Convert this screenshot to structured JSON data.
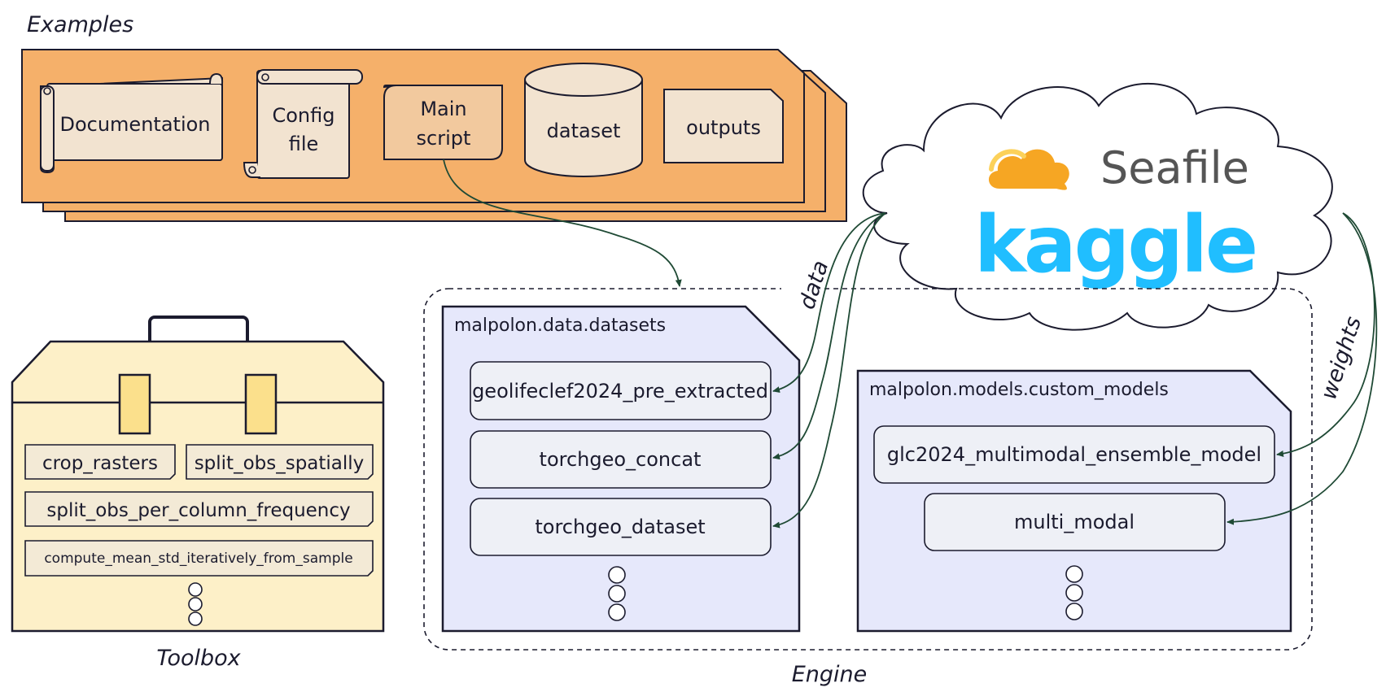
{
  "labels": {
    "examples": "Examples",
    "toolbox": "Toolbox",
    "engine": "Engine",
    "data_edge": "data",
    "weights_edge": "weights"
  },
  "examples": {
    "documentation": "Documentation",
    "config_line1": "Config",
    "config_line2": "file",
    "main_line1": "Main",
    "main_line2": "script",
    "dataset": "dataset",
    "outputs": "outputs"
  },
  "cloud": {
    "seafile": "Seafile",
    "kaggle": "kaggle"
  },
  "toolbox_items": [
    "crop_rasters",
    "split_obs_spatially",
    "split_obs_per_column_frequency",
    "compute_mean_std_iteratively_from_sample"
  ],
  "datasets_module": {
    "title": "malpolon.data.datasets",
    "items": [
      "geolifeclef2024_pre_extracted",
      "torchgeo_concat",
      "torchgeo_dataset"
    ]
  },
  "models_module": {
    "title": "malpolon.models.custom_models",
    "items": [
      "glc2024_multimodal_ensemble_model",
      "multi_modal"
    ]
  },
  "colors": {
    "examples_fill": "#f5b06a",
    "card_fill": "#f2e3d0",
    "main_script_fill": "#f2c99e",
    "toolbox_fill": "#fdf0c8",
    "toolbox_latch": "#fbe08c",
    "module_fill": "#e6e8fb",
    "item_fill": "#eef0f6",
    "stroke": "#1b1b2e",
    "seafile_orange": "#f6a623",
    "seafile_gray": "#555555",
    "kaggle_blue": "#20beff",
    "arrow": "#1f4a35"
  }
}
